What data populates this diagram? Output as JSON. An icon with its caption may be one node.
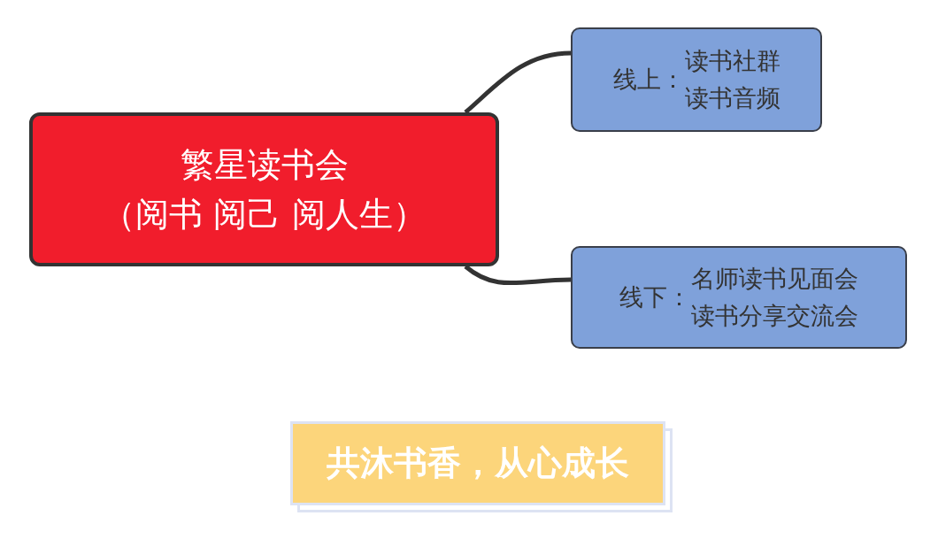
{
  "diagram": {
    "nodes": [
      {
        "text": [
          "繁星读书会",
          "（阅书 阅己 阅人生）"
        ]
      },
      {
        "text": [
          "线上：",
          "读书社群",
          "读书音频"
        ]
      },
      {
        "text": [
          "线下：",
          "名师读书见面会",
          "读书分享交流会"
        ]
      },
      {
        "text": [
          "共沐书香，从心成长"
        ]
      }
    ],
    "edges": [
      {
        "from": 0,
        "to": 1,
        "arrow": "none"
      },
      {
        "from": 0,
        "to": 2,
        "arrow": "none"
      }
    ]
  }
}
